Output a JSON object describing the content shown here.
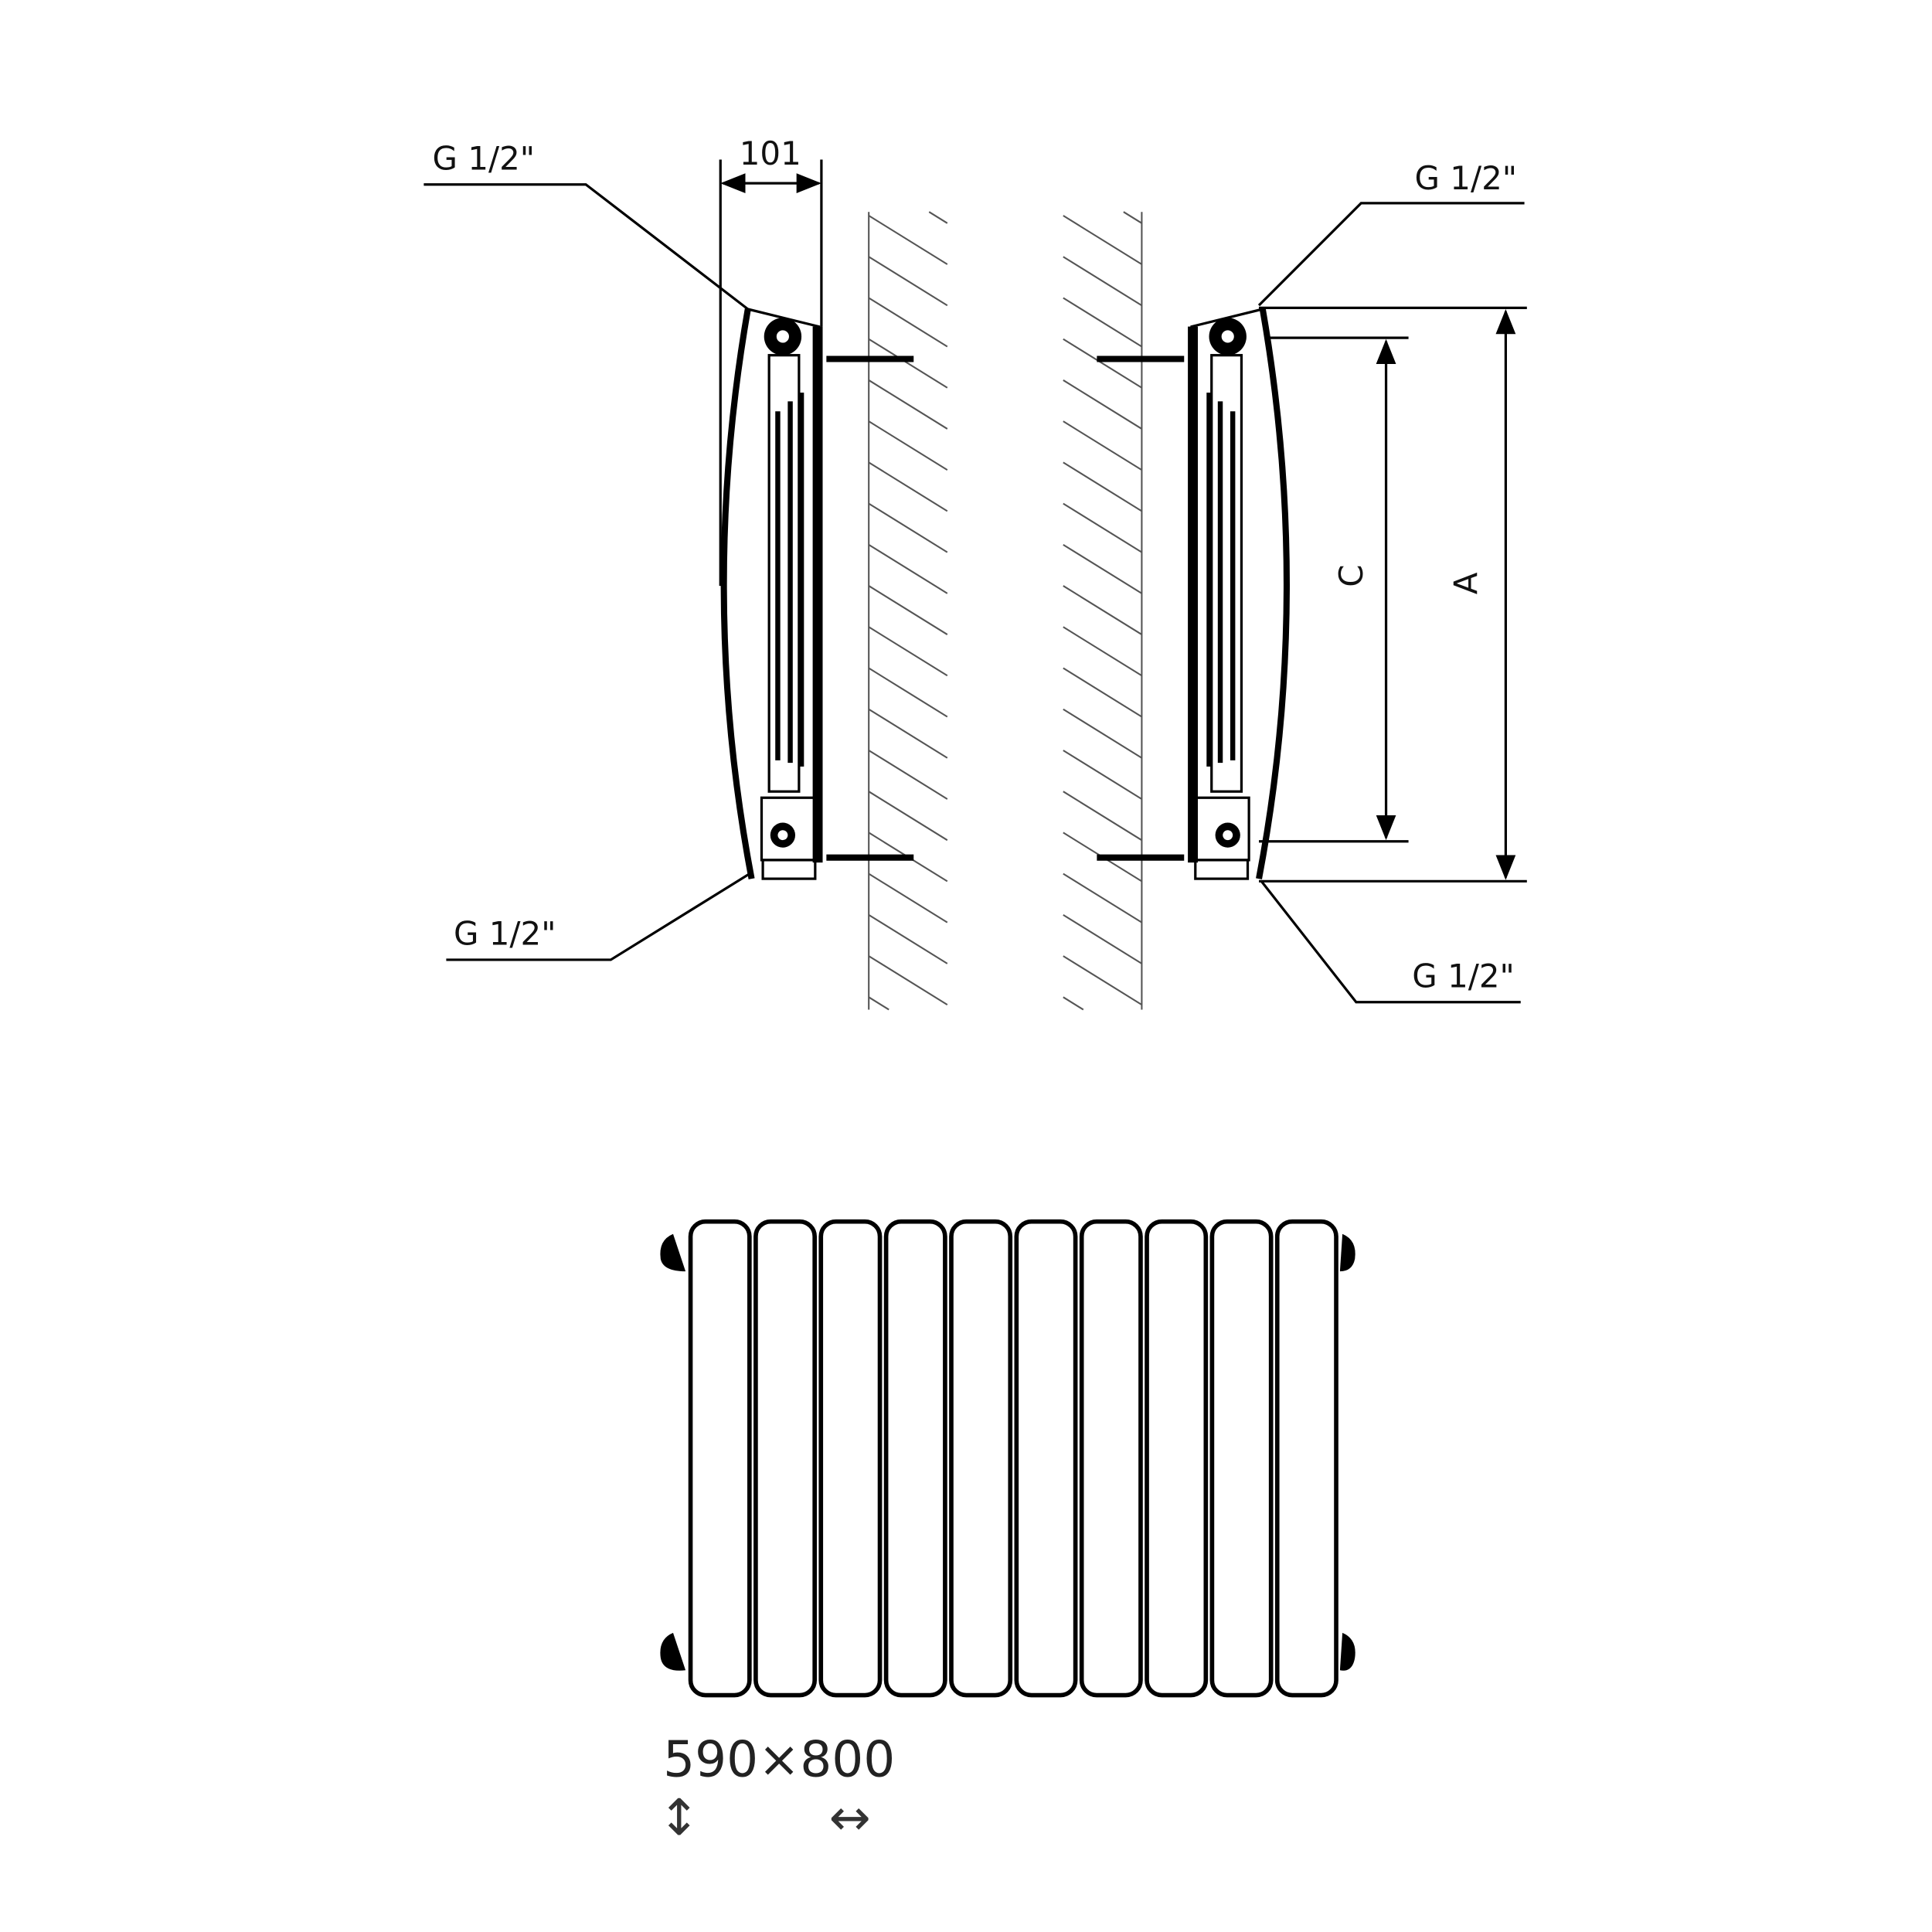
{
  "side_views": {
    "depth_label": "101",
    "left_top_connection": "G 1/2\"",
    "left_bottom_connection": "G 1/2\"",
    "right_top_connection": "G 1/2\"",
    "right_bottom_connection": "G 1/2\"",
    "dimension_a": "A",
    "dimension_c": "C"
  },
  "front_view": {
    "section_count": 10,
    "size_label": "590×800",
    "height_arrow": "↕",
    "width_arrow": "↔"
  }
}
